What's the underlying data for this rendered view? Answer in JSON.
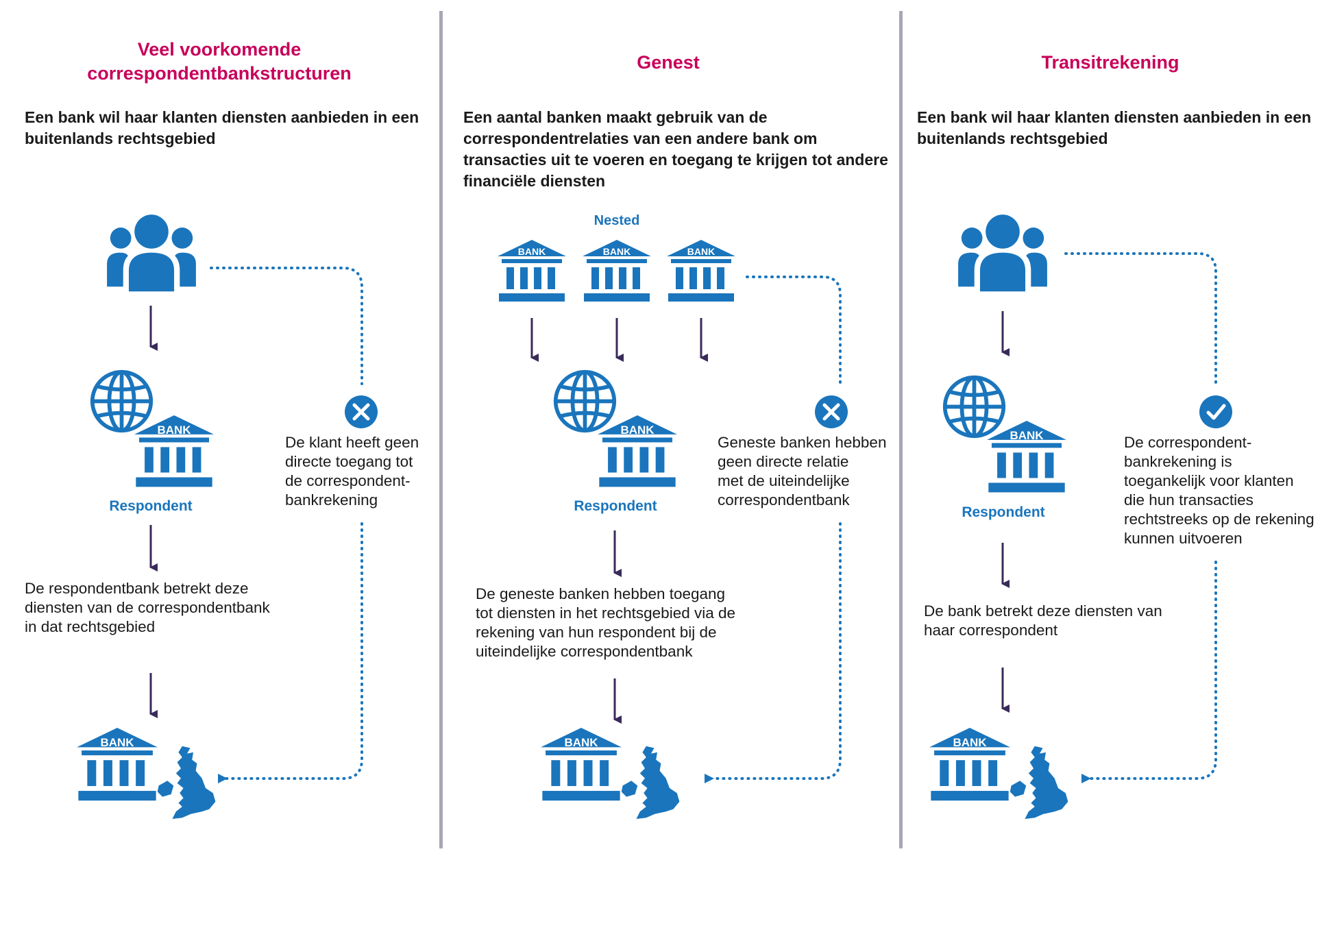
{
  "colors": {
    "accent": "#c8005a",
    "icon_blue": "#1a75bc",
    "arrow": "#3a2a5a",
    "divider": "#aaa5b5"
  },
  "icons": {
    "bank_text": "BANK"
  },
  "panels": [
    {
      "title_line1": "Veel voorkomende",
      "title_line2": "correspondentbankstructuren",
      "intro_lines": [
        "Een bank wil haar klanten diensten aanbieden in een",
        "buitenlands rechtsgebied"
      ],
      "respondent_label": "Respondent",
      "status_icon": "cross-icon",
      "side_note_lines": [
        "De klant heeft geen",
        "directe toegang tot",
        "de correspondent-",
        "bankrekening"
      ],
      "bottom_note_lines": [
        "De respondentbank betrekt deze",
        "diensten van de correspondentbank",
        "in dat rechtsgebied"
      ]
    },
    {
      "title_line1": "Genest",
      "intro_lines": [
        "Een aantal banken maakt gebruik van de",
        "correspondentrelaties van een andere bank om",
        "transacties uit te voeren en toegang te krijgen tot andere",
        "financiële diensten"
      ],
      "nested_label": "Nested",
      "respondent_label": "Respondent",
      "status_icon": "cross-icon",
      "side_note_lines": [
        "Geneste banken hebben",
        "geen directe relatie",
        "met de uiteindelijke",
        "correspondentbank"
      ],
      "bottom_note_lines": [
        "De geneste banken hebben toegang",
        "tot diensten in het rechtsgebied via de",
        "rekening van hun respondent bij de",
        "uiteindelijke correspondentbank"
      ]
    },
    {
      "title_line1": "Transitrekening",
      "intro_lines": [
        "Een bank wil haar klanten diensten aanbieden in een",
        "buitenlands rechtsgebied"
      ],
      "respondent_label": "Respondent",
      "status_icon": "check-icon",
      "side_note_lines": [
        "De correspondent-",
        "bankrekening is",
        "toegankelijk voor klanten",
        "die hun transacties",
        "rechtstreeks op de rekening",
        "kunnen uitvoeren"
      ],
      "bottom_note_lines": [
        "De bank betrekt deze diensten van",
        "haar correspondent"
      ]
    }
  ]
}
